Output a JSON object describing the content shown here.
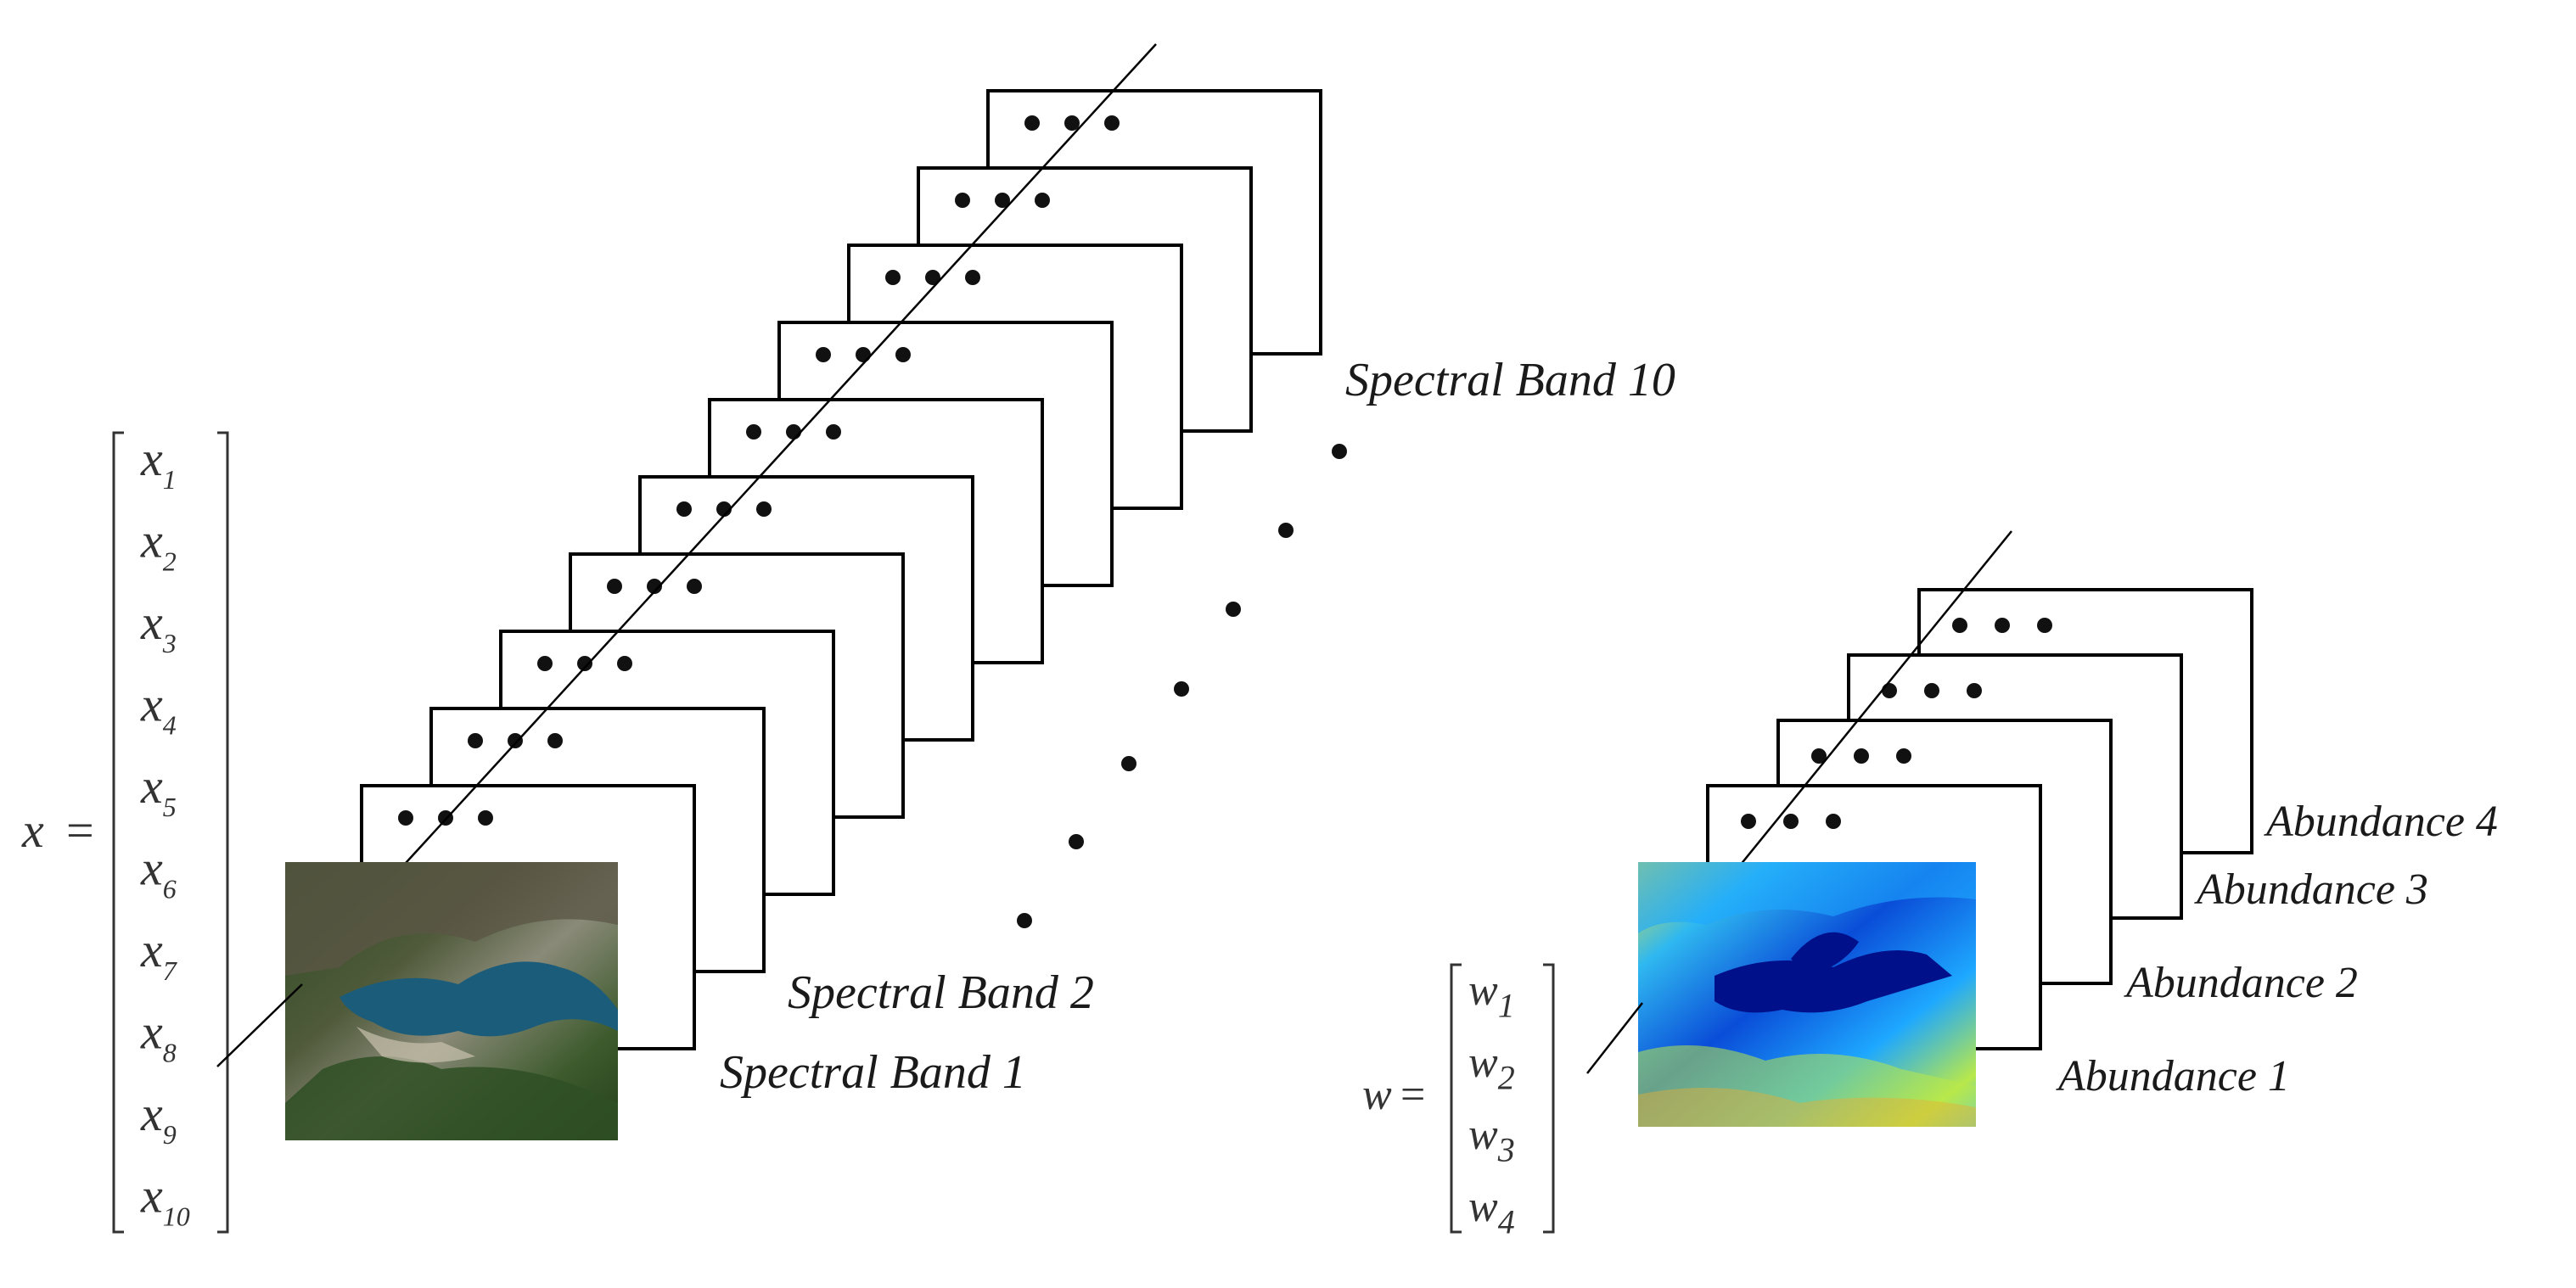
{
  "left": {
    "vector_name": "x",
    "equals": "=",
    "entries": [
      {
        "base": "x",
        "sub": "1"
      },
      {
        "base": "x",
        "sub": "2"
      },
      {
        "base": "x",
        "sub": "3"
      },
      {
        "base": "x",
        "sub": "4"
      },
      {
        "base": "x",
        "sub": "5"
      },
      {
        "base": "x",
        "sub": "6"
      },
      {
        "base": "x",
        "sub": "7"
      },
      {
        "base": "x",
        "sub": "8"
      },
      {
        "base": "x",
        "sub": "9"
      },
      {
        "base": "x",
        "sub": "10"
      }
    ],
    "band_labels": {
      "band1": "Spectral Band 1",
      "band2": "Spectral Band 2",
      "band10": "Spectral Band 10"
    },
    "frame_count": 10,
    "ellipsis": "• • •",
    "photo": "satellite-rgb-image"
  },
  "right": {
    "vector_name": "w",
    "equals": "=",
    "entries": [
      {
        "base": "w",
        "sub": "1"
      },
      {
        "base": "w",
        "sub": "2"
      },
      {
        "base": "w",
        "sub": "3"
      },
      {
        "base": "w",
        "sub": "4"
      }
    ],
    "abundance_labels": [
      "Abundance 1",
      "Abundance 2",
      "Abundance 3",
      "Abundance 4"
    ],
    "frame_count": 4,
    "ellipsis": "• • •",
    "photo": "abundance-map-image"
  },
  "colors": {
    "frame_stroke": "#000000",
    "water_blue": "#1a5c7a",
    "abundance_dark": "#00108a",
    "abundance_light": "#1ea8ff"
  }
}
